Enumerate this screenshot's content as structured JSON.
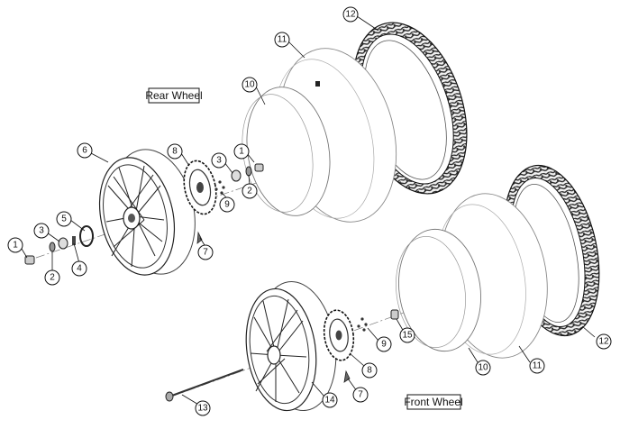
{
  "labels": {
    "rear_wheel": "Rear Wheel",
    "front_wheel": "Front Wheel"
  },
  "callouts": [
    {
      "id": "rear-12",
      "num": "12"
    },
    {
      "id": "rear-11",
      "num": "11"
    },
    {
      "id": "rear-10",
      "num": "10"
    },
    {
      "id": "rear-1-right",
      "num": "1"
    },
    {
      "id": "rear-2-right",
      "num": "2"
    },
    {
      "id": "rear-3-right",
      "num": "3"
    },
    {
      "id": "rear-9",
      "num": "9"
    },
    {
      "id": "rear-8",
      "num": "8"
    },
    {
      "id": "rear-7",
      "num": "7"
    },
    {
      "id": "rear-6",
      "num": "6"
    },
    {
      "id": "rear-5",
      "num": "5"
    },
    {
      "id": "rear-4",
      "num": "4"
    },
    {
      "id": "rear-3-left",
      "num": "3"
    },
    {
      "id": "rear-2-left",
      "num": "2"
    },
    {
      "id": "rear-1-left",
      "num": "1"
    },
    {
      "id": "front-12",
      "num": "12"
    },
    {
      "id": "front-11",
      "num": "11"
    },
    {
      "id": "front-10",
      "num": "10"
    },
    {
      "id": "front-15",
      "num": "15"
    },
    {
      "id": "front-9",
      "num": "9"
    },
    {
      "id": "front-8",
      "num": "8"
    },
    {
      "id": "front-7",
      "num": "7"
    },
    {
      "id": "front-14",
      "num": "14"
    },
    {
      "id": "front-13",
      "num": "13"
    }
  ]
}
